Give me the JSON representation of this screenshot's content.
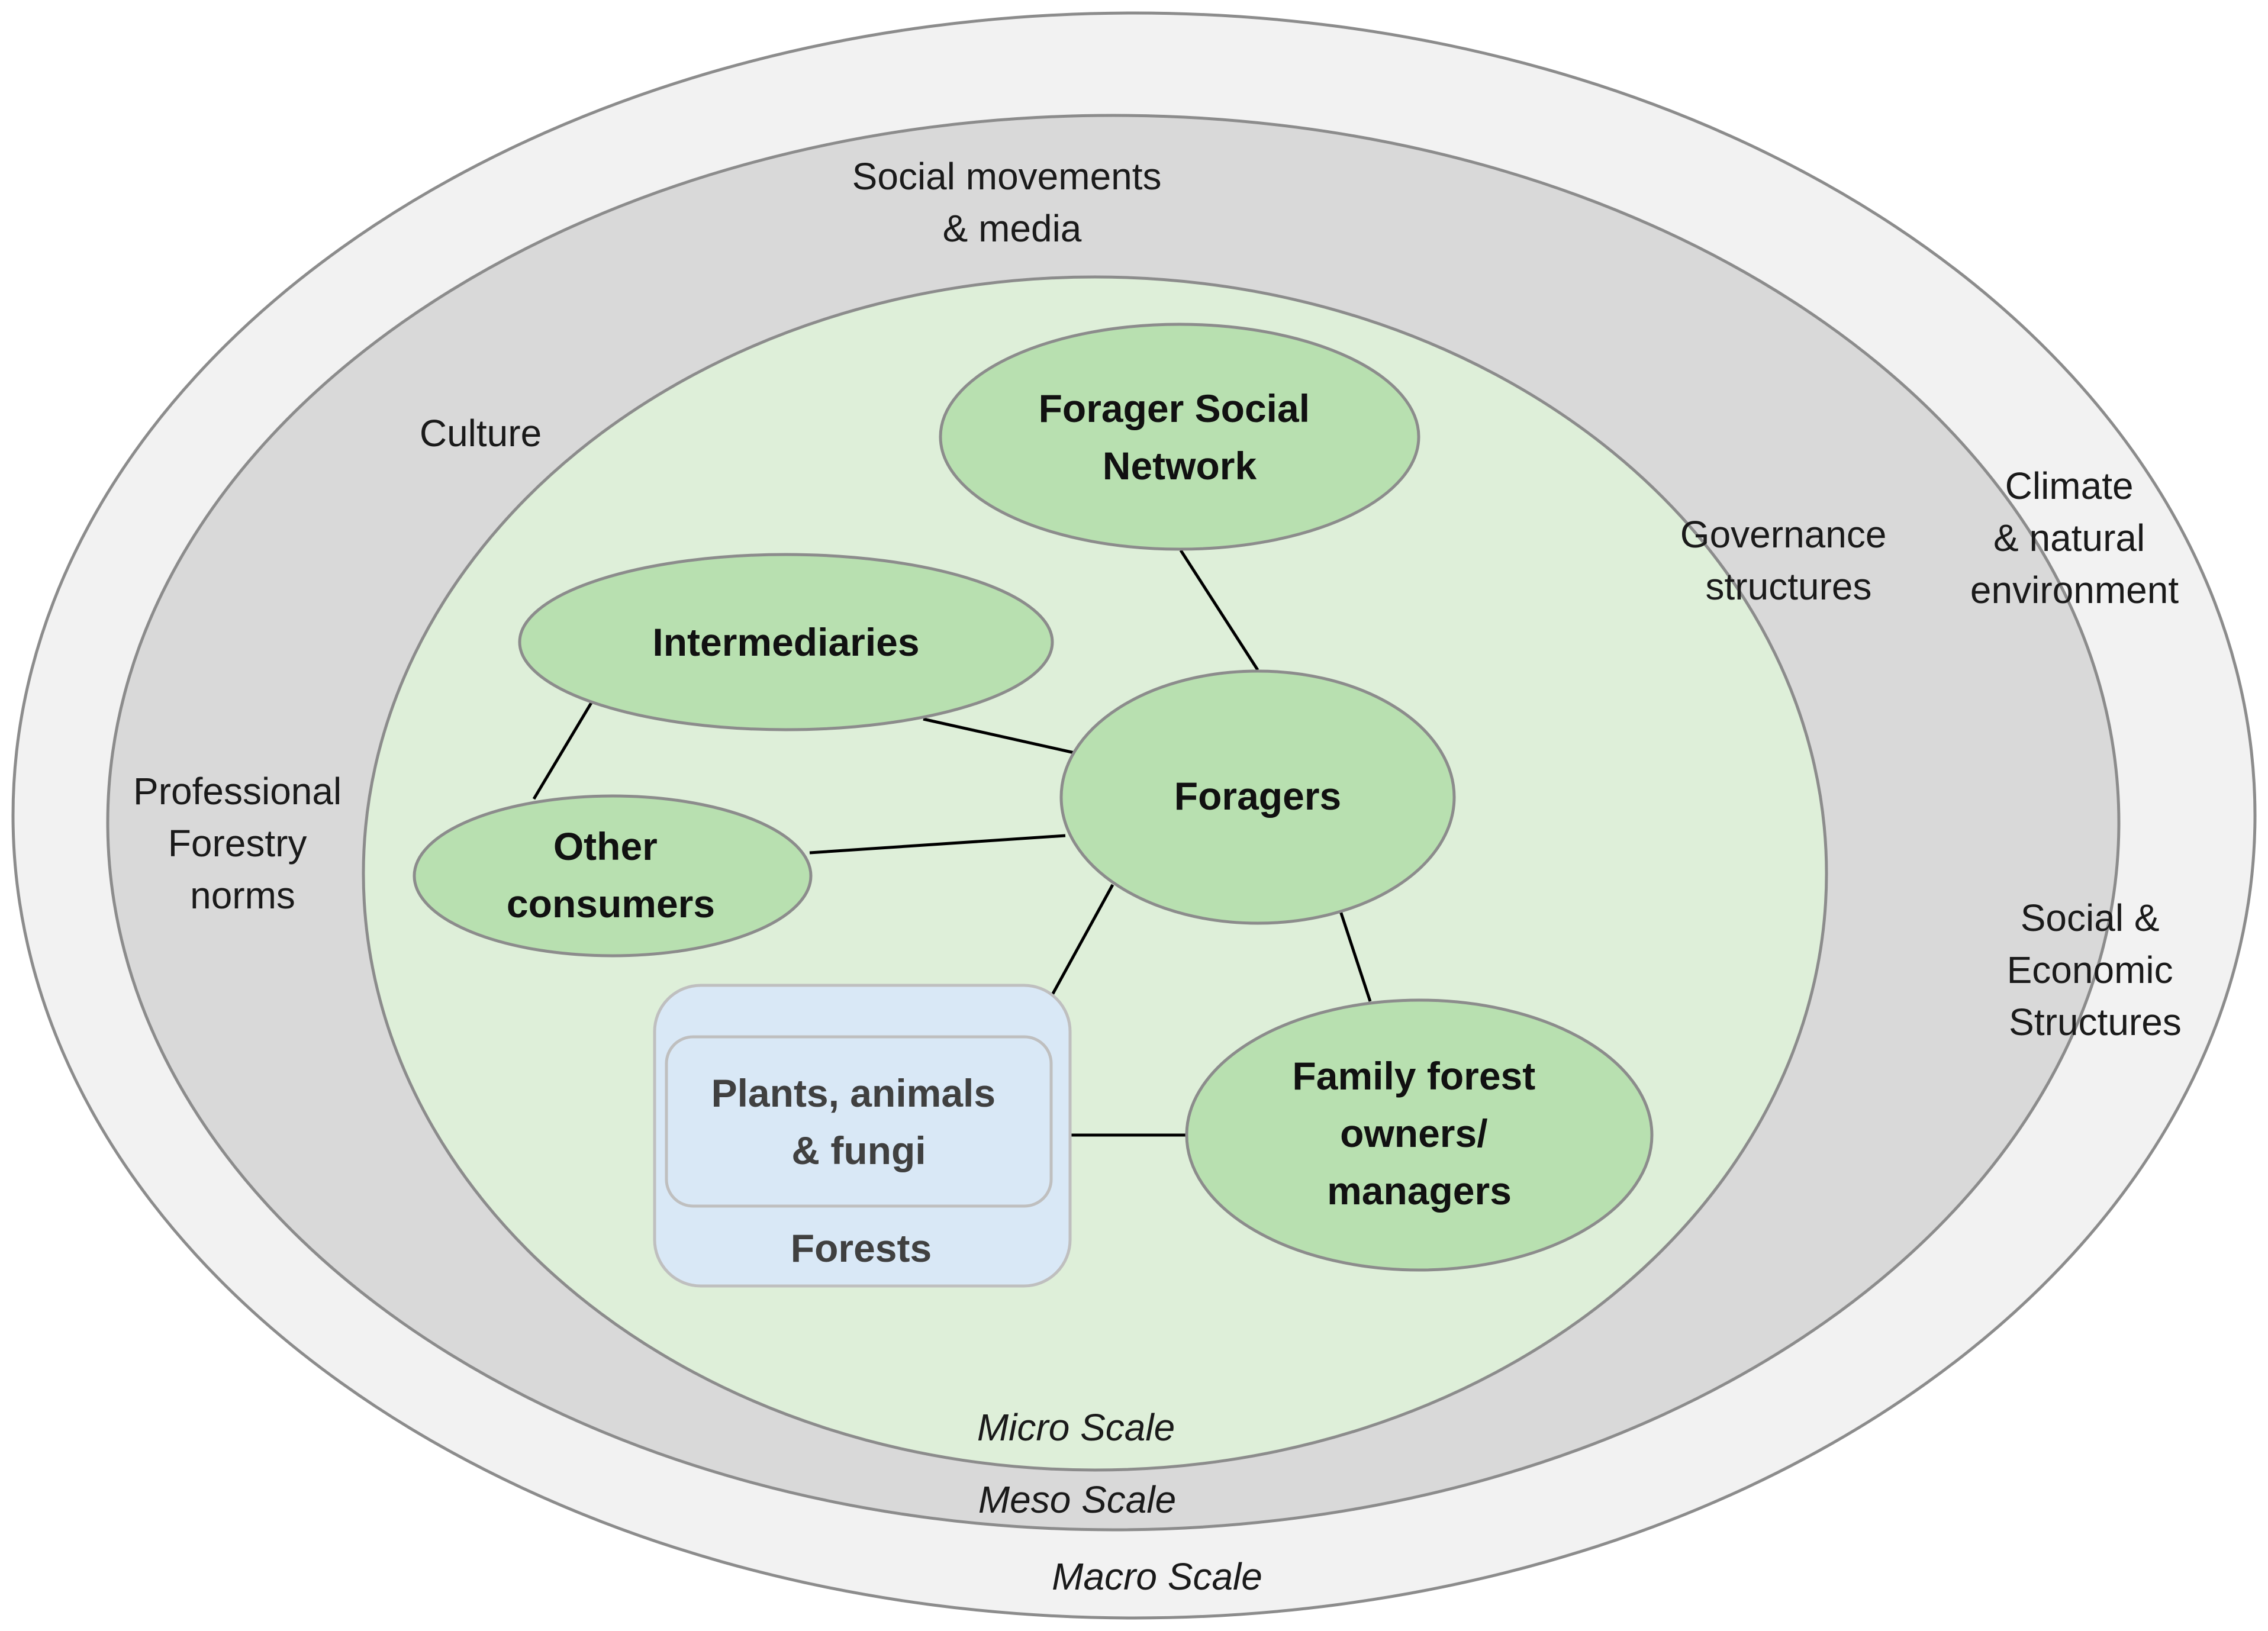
{
  "colors": {
    "macro_fill": "#f2f2f2",
    "meso_fill": "#d9d9d9",
    "micro_fill": "#deefd9",
    "node_fill": "#b8e0b0",
    "forest_fill": "#d9e8f6",
    "ring_stroke": "#8c8c8c"
  },
  "scales": {
    "macro": "Macro Scale",
    "meso": "Meso Scale",
    "micro": "Micro Scale"
  },
  "macro_labels": {
    "climate": [
      "Climate",
      "& natural",
      "environment"
    ],
    "social_economic": [
      "Social &",
      "Economic",
      "Structures"
    ]
  },
  "meso_labels": {
    "social_movements": [
      "Social movements",
      "& media"
    ],
    "culture": [
      "Culture"
    ],
    "professional_forestry": [
      "Professional",
      "Forestry",
      "norms"
    ],
    "governance": [
      "Governance",
      "structures"
    ]
  },
  "nodes": {
    "forager_social_network": [
      "Forager Social",
      "Network"
    ],
    "intermediaries": [
      "Intermediaries"
    ],
    "other_consumers": [
      "Other",
      "consumers"
    ],
    "foragers": [
      "Foragers"
    ],
    "family_forest_owners": [
      "Family forest",
      "owners/",
      "managers"
    ],
    "plants_animals_fungi": [
      "Plants, animals",
      "& fungi"
    ],
    "forests": [
      "Forests"
    ]
  }
}
